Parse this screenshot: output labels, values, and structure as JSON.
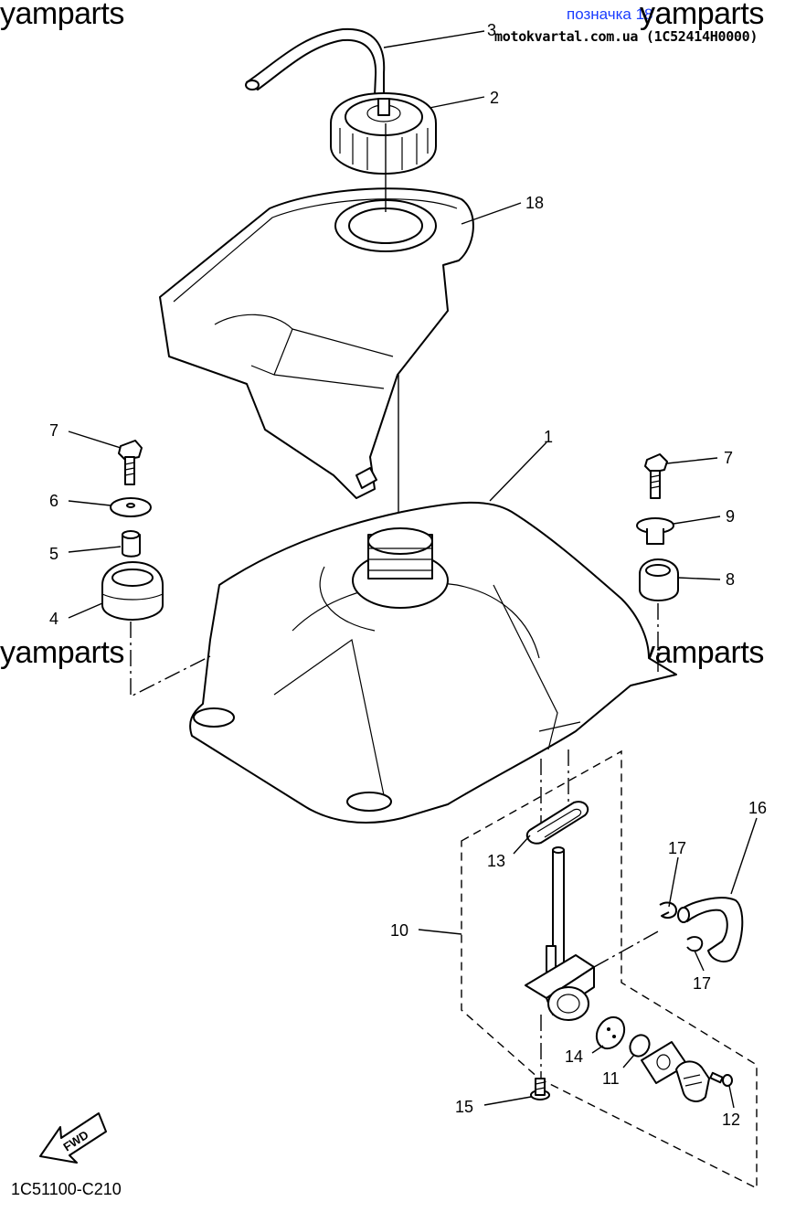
{
  "header": {
    "link_text": "позначка 18",
    "site_text": "motokvartal.com.ua (1C52414H0000)"
  },
  "watermarks": [
    "yamparts",
    "yamparts",
    "yamparts",
    "yamparts",
    "yamparts"
  ],
  "diagram_code": "1C51100-C210",
  "fwd_label": "FWD",
  "callouts": [
    {
      "id": "3",
      "label": "3"
    },
    {
      "id": "2",
      "label": "2"
    },
    {
      "id": "18",
      "label": "18"
    },
    {
      "id": "1",
      "label": "1"
    },
    {
      "id": "7a",
      "label": "7"
    },
    {
      "id": "6",
      "label": "6"
    },
    {
      "id": "5",
      "label": "5"
    },
    {
      "id": "4",
      "label": "4"
    },
    {
      "id": "7b",
      "label": "7"
    },
    {
      "id": "9",
      "label": "9"
    },
    {
      "id": "8",
      "label": "8"
    },
    {
      "id": "16",
      "label": "16"
    },
    {
      "id": "17a",
      "label": "17"
    },
    {
      "id": "17b",
      "label": "17"
    },
    {
      "id": "13",
      "label": "13"
    },
    {
      "id": "10",
      "label": "10"
    },
    {
      "id": "14",
      "label": "14"
    },
    {
      "id": "11",
      "label": "11"
    },
    {
      "id": "12",
      "label": "12"
    },
    {
      "id": "15",
      "label": "15"
    }
  ],
  "colors": {
    "link": "#1a3cff",
    "ink": "#000000",
    "paper": "#ffffff"
  }
}
